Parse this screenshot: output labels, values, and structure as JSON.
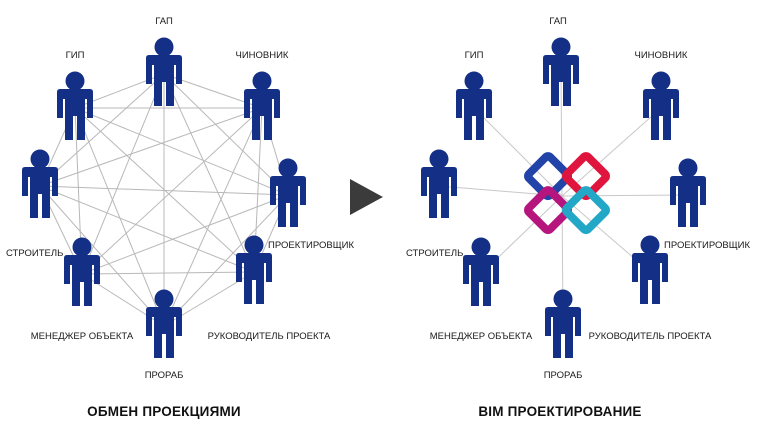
{
  "colors": {
    "person": "#142f86",
    "mesh_line": "#b8b8b8",
    "spoke_line": "#c8c8c8",
    "arrow": "#3b3b3b",
    "logo_blue": "#2244a8",
    "logo_red": "#e0153e",
    "logo_magenta": "#b5157d",
    "logo_cyan": "#23a7c6"
  },
  "left_diagram": {
    "caption": "ОБМЕН ПРОЕКЦИЯМИ",
    "roles": {
      "gap": "ГАП",
      "gip": "ГИП",
      "official": "ЧИНОВНИК",
      "builder": "СТРОИТЕЛЬ",
      "designer": "ПРОЕКТИРОВЩИК",
      "object_manager": "МЕНЕДЖЕР ОБЪЕКТА",
      "project_manager": "РУКОВОДИТЕЛЬ ПРОЕКТА",
      "foreman": "ПРОРАБ"
    }
  },
  "right_diagram": {
    "caption": "BIM ПРОЕКТИРОВАНИЕ",
    "roles": {
      "gap": "ГАП",
      "gip": "ГИП",
      "official": "ЧИНОВНИК",
      "builder": "СТРОИТЕЛЬ",
      "designer": "ПРОЕКТИРОВЩИК",
      "object_manager": "МЕНЕДЖЕР ОБЪЕКТА",
      "project_manager": "РУКОВОДИТЕЛЬ ПРОЕКТА",
      "foreman": "ПРОРАБ"
    }
  },
  "center_icon": "play-arrow-icon",
  "hub_icon": "bim-ifc-logo-icon"
}
